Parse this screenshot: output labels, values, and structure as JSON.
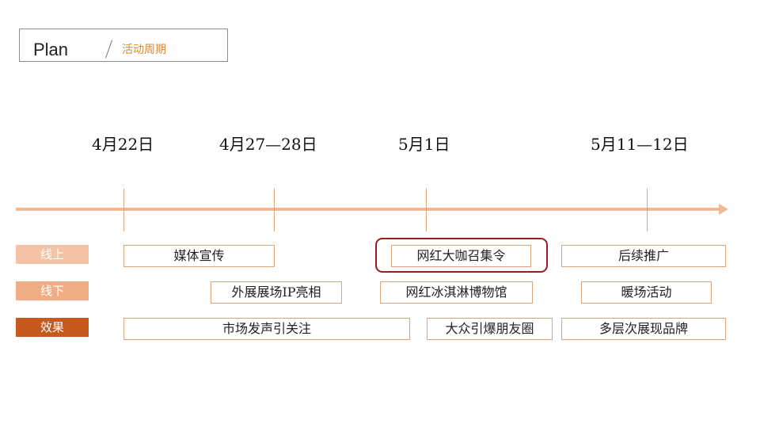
{
  "header": {
    "title": "Plan",
    "subtitle": "活动周期"
  },
  "timeline": {
    "dates": [
      "4月22日",
      "4月27—28日",
      "5月1日",
      "5月11—12日"
    ]
  },
  "rows": [
    {
      "label": "线上",
      "label_color": "#f4c3a3",
      "items": [
        "媒体宣传",
        "网红大咖召集令",
        "后续推广"
      ]
    },
    {
      "label": "线下",
      "label_color": "#f0ad85",
      "items": [
        "外展展场IP亮相",
        "网红冰淇淋博物馆",
        "暖场活动"
      ]
    },
    {
      "label": "效果",
      "label_color": "#c65a1e",
      "items": [
        "市场发声引关注",
        "大众引爆朋友圈",
        "多层次展现品牌"
      ]
    }
  ],
  "colors": {
    "axis": "#f1b894",
    "accent": "#d98a3a",
    "highlight_border": "#9b1c1c"
  }
}
